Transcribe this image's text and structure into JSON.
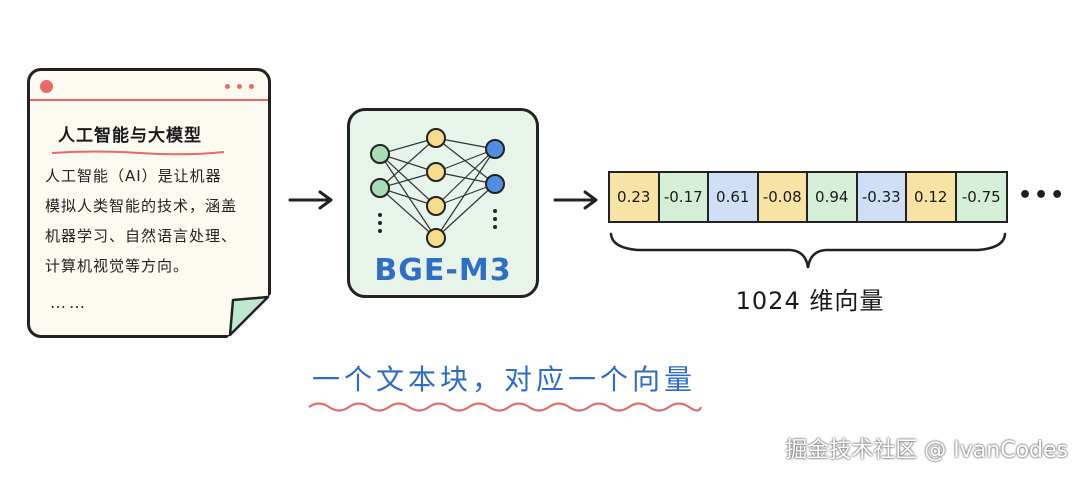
{
  "document": {
    "title": "人工智能与大模型",
    "lines": [
      "人工智能（AI）是让机器",
      "模拟人类智能的技术，涵盖",
      "机器学习、自然语言处理、",
      "计算机视觉等方向。"
    ],
    "ellipsis": "……"
  },
  "model": {
    "label": "BGE-M3"
  },
  "vector": {
    "values": [
      "0.23",
      "-0.17",
      "0.61",
      "-0.08",
      "0.94",
      "-0.33",
      "0.12",
      "-0.75"
    ],
    "more": "•••",
    "dimension_label": "1024 维向量"
  },
  "caption": "一个文本块，对应一个向量",
  "watermark": "掘金技术社区 @ IvanCodes",
  "colors": {
    "doc_accent": "#e86a6a",
    "model_bg": "#e7f4ea",
    "node_green": "#a7dcb4",
    "node_yellow": "#f6dc8a",
    "node_blue": "#4f8fe0",
    "cell_yellow": "#f7e4a5",
    "cell_green": "#d4eed8",
    "cell_blue": "#cfe0f6",
    "caption_blue": "#2f6ec3",
    "wave_red": "#e07070"
  }
}
